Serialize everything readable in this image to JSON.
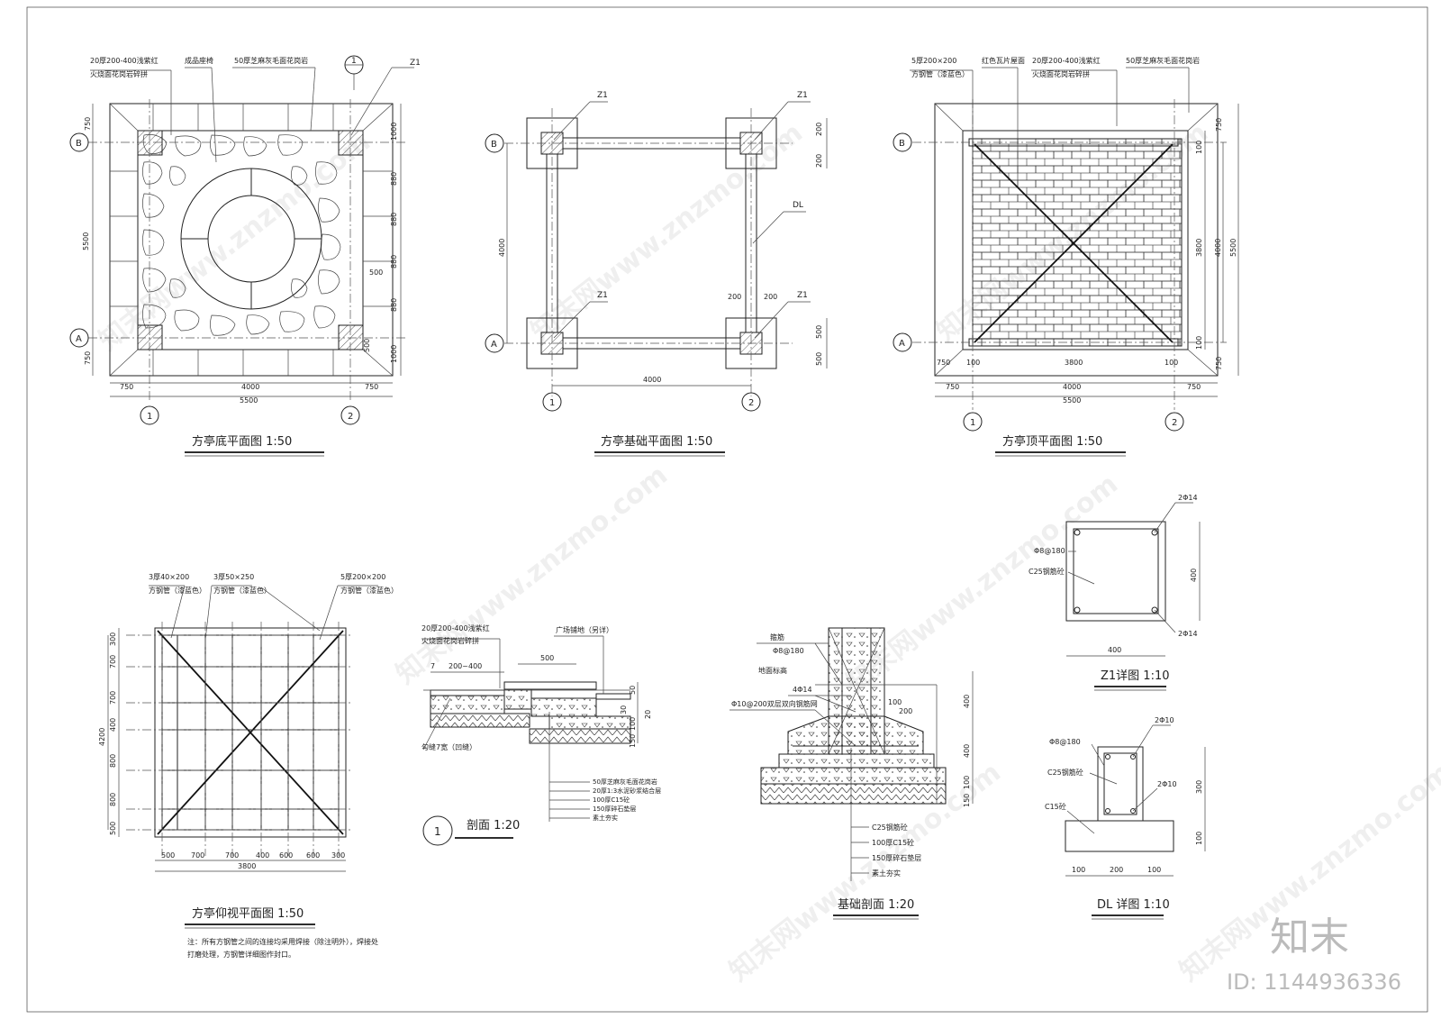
{
  "watermark": {
    "text": "知末网www.znzmo.com",
    "site": "znzmo.com"
  },
  "brand": {
    "logo": "知末",
    "id_label": "ID: 1144936336"
  },
  "plan_base": {
    "title": "方亭底平面图 1:50",
    "label_tile_1": "20厚200-400浅紫红",
    "label_tile_2": "火烧面花岗岩碎拼",
    "label_bench": "成品座椅",
    "label_edge": "50厚芝麻灰毛面花岗岩",
    "label_col": "Z1",
    "section_mark": "1",
    "axis_b": "B",
    "axis_a": "A",
    "axis_1": "1",
    "axis_2": "2",
    "dim_750": "750",
    "dim_4000": "4000",
    "dim_5500": "5500",
    "dim_1000": "1000",
    "dim_880": "880",
    "dim_500": "500"
  },
  "plan_found": {
    "title": "方亭基础平面图 1:50",
    "label_col": "Z1",
    "label_beam": "DL",
    "axis_b": "B",
    "axis_a": "A",
    "axis_1": "1",
    "axis_2": "2",
    "dim_4000": "4000",
    "dim_200": "200",
    "dim_500": "500"
  },
  "plan_roof": {
    "title": "方亭顶平面图 1:50",
    "label_tube_1": "5厚200×200",
    "label_tube_2": "方钢管（漆蓝色）",
    "label_roof": "红色瓦片屋面",
    "label_tile_1": "20厚200-400浅紫红",
    "label_tile_2": "火烧面花岗岩碎拼",
    "label_edge": "50厚芝麻灰毛面花岗岩",
    "axis_b": "B",
    "axis_a": "A",
    "axis_1": "1",
    "axis_2": "2",
    "dim_750": "750",
    "dim_100": "100",
    "dim_3800": "3800",
    "dim_4000": "4000",
    "dim_5500": "5500"
  },
  "plan_ceiling": {
    "title": "方亭仰视平面图 1:50",
    "label_a1": "3厚40×200",
    "label_a2": "方钢管（漆蓝色）",
    "label_b1": "3厚50×250",
    "label_b2": "方钢管（漆蓝色）",
    "label_c1": "5厚200×200",
    "label_c2": "方钢管（漆蓝色）",
    "dim_300": "300",
    "dim_700": "700",
    "dim_400": "400",
    "dim_800": "800",
    "dim_500": "500",
    "dim_600": "600",
    "dim_3800": "3800",
    "dim_4200": "4200",
    "note_1": "注：所有方钢管之间的连接均采用焊接（除注明外），焊接处",
    "note_2": "打磨处理，方钢管详细图作封口。"
  },
  "section_1": {
    "title": "剖面 1:20",
    "mark": "1",
    "label_top_1": "20厚200-400浅紫红",
    "label_top_2": "火烧面花岗岩碎拼",
    "label_plaza": "广场铺地（另详）",
    "label_joint": "勾缝7宽（凹缝）",
    "dim_7": "7",
    "dim_200_400": "200~400",
    "dim_500": "500",
    "dim_50": "50",
    "dim_30": "30",
    "dim_100": "100",
    "dim_150": "150",
    "dim_20": "20",
    "layer_1": "50厚芝麻灰毛面花岗岩",
    "layer_2": "20厚1:3水泥砂浆结合层",
    "layer_3": "100厚C15砼",
    "layer_4": "150厚碎石垫层",
    "layer_5": "素土夯实"
  },
  "section_found": {
    "title": "基础剖面 1:20",
    "label_rebar": "箍筋",
    "label_rebar_sp": "Φ8@180",
    "label_ground": "地面标高",
    "label_main": "4Φ14",
    "label_mesh": "Φ10@200双层双向钢筋网",
    "dim_100": "100",
    "dim_200": "200",
    "dim_400": "400",
    "dim_150": "150",
    "layer_1": "C25钢筋砼",
    "layer_2": "100厚C15砼",
    "layer_3": "150厚碎石垫层",
    "layer_4": "素土夯实"
  },
  "detail_z1": {
    "title": "Z1详图 1:10",
    "label_top": "2Φ14",
    "label_bottom": "2Φ14",
    "label_stirrup": "Φ8@180",
    "label_conc": "C25钢筋砼",
    "dim_400": "400"
  },
  "detail_dl": {
    "title": "DL 详图 1:10",
    "label_top": "2Φ10",
    "label_bottom": "2Φ10",
    "label_stirrup": "Φ8@180",
    "label_conc": "C25钢筋砼",
    "label_base": "C15砼",
    "dim_300": "300",
    "dim_100": "100",
    "dim_200": "200"
  }
}
